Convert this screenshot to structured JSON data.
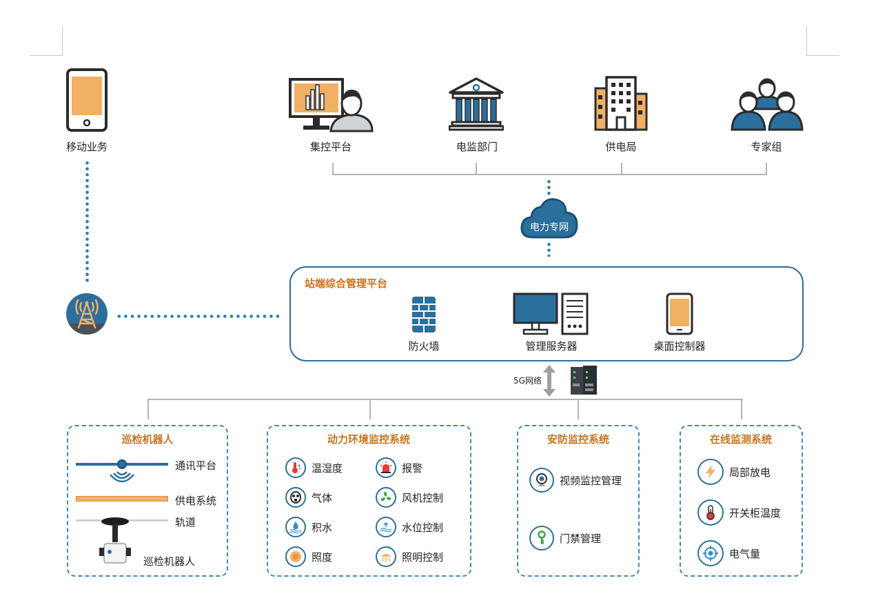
{
  "top": {
    "mobile": "移动业务",
    "central": "集控平台",
    "monitor_dept": "电监部门",
    "power_bureau": "供电局",
    "expert_group": "专家组"
  },
  "cloud": {
    "label": "电力专网"
  },
  "station": {
    "title": "站端综合管理平台",
    "firewall": "防火墙",
    "server": "管理服务器",
    "desktop": "桌面控制器"
  },
  "network": {
    "label": "5G网络"
  },
  "panels": {
    "robot": {
      "title": "巡检机器人",
      "items": [
        "通讯平台",
        "供电系统",
        "轨道",
        "巡检机器人"
      ]
    },
    "power_env": {
      "title": "动力环境监控系统",
      "items": [
        "温湿度",
        "报警",
        "气体",
        "风机控制",
        "积水",
        "水位控制",
        "照度",
        "照明控制"
      ]
    },
    "security": {
      "title": "安防监控系统",
      "items": [
        "视频监控管理",
        "门禁管理"
      ]
    },
    "online": {
      "title": "在线监测系统",
      "items": [
        "局部放电",
        "开关柜温度",
        "电气量"
      ]
    }
  },
  "colors": {
    "accent": "#c8731f",
    "blue": "#2b6f9c",
    "orange": "#f2b064",
    "line": "#b4b4b4"
  }
}
